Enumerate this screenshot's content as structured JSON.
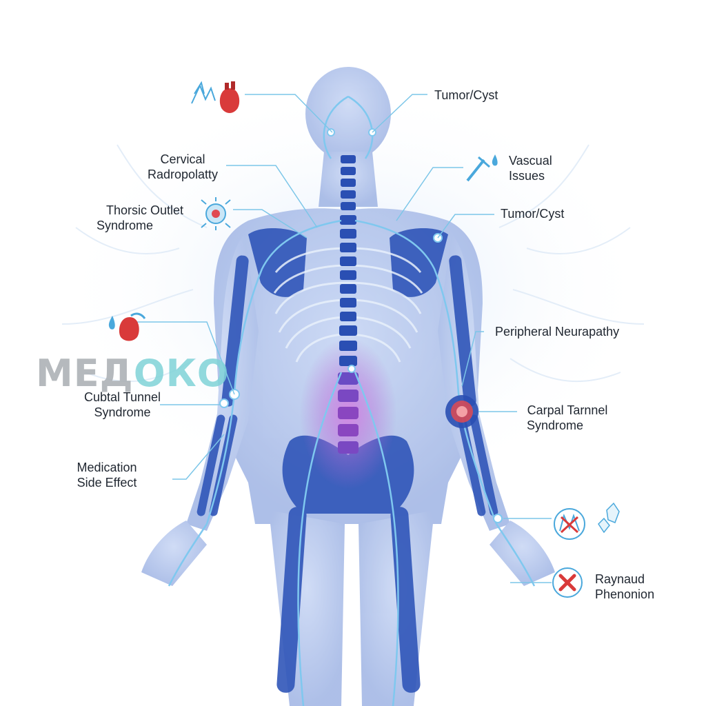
{
  "labels": {
    "tumor_cyst_top": "Tumor/Cyst",
    "cervical": [
      "Cervical",
      "Radropolatty"
    ],
    "vascular": [
      "Vascual",
      "Issues"
    ],
    "thorsic": [
      "Thorsic Outlet",
      "Syndrome"
    ],
    "tumor_cyst_shoulder": "Tumor/Cyst",
    "peripheral": "Peripheral Neurapathy",
    "cubtal": [
      "Cubtal Tunnel",
      "Syndrome"
    ],
    "carpal": [
      "Carpal Tarnnel",
      "Syndrome"
    ],
    "medication": [
      "Medication",
      "Side Effect"
    ],
    "raynaud": [
      "Raynaud",
      "Phenonion"
    ]
  },
  "watermark": {
    "left": "МЕД",
    "accent": "ОКО"
  },
  "colors": {
    "body": "#9fb4e4",
    "bone": "#2f55b8",
    "nerve": "#7fc8ef",
    "leader": "#7cc6e8",
    "spine_glow": "#c46ad8",
    "alert": "#d93a3a"
  },
  "icons": [
    "wave-nerve-icon",
    "heart-organ-icon",
    "syringe-drop-icon",
    "nerve-cell-icon",
    "drop-heart-icon",
    "crossed-hand-icon",
    "crystal-icon",
    "x-mark-icon"
  ]
}
